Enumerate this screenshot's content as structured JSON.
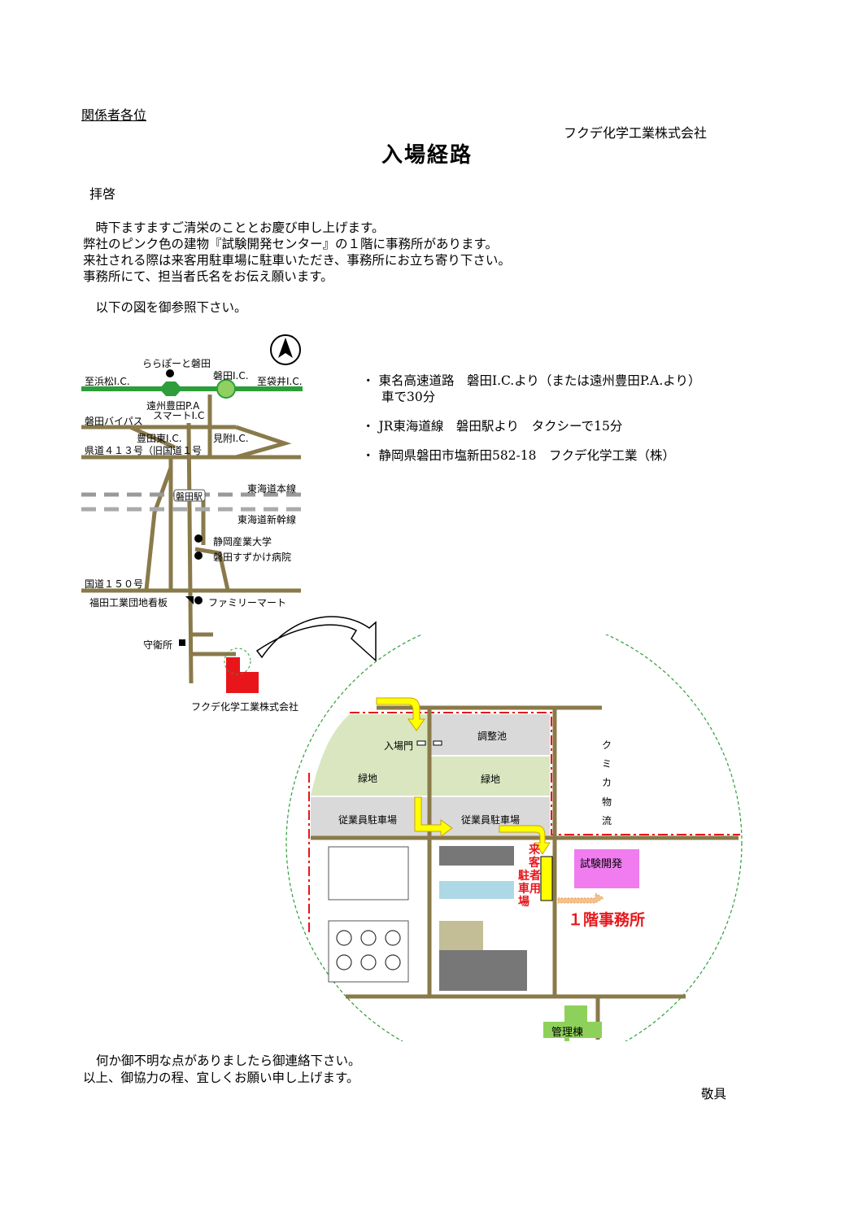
{
  "header": {
    "recipients": "関係者各位",
    "company": "フクデ化学工業株式会社",
    "title": "入場経路"
  },
  "letter": {
    "salutation": "拝啓",
    "body": [
      "　時下ますますご清栄のこととお慶び申し上げます。",
      "弊社のピンク色の建物『試験開発センター』の１階に事務所があります。",
      "来社される際は来客用駐車場に駐車いただき、事務所にお立ち寄り下さい。",
      "事務所にて、担当者氏名をお伝え願います。"
    ],
    "see_map": "　以下の図を御参照下さい。",
    "closing": [
      "何か御不明な点がありましたら御連絡下さい。",
      "以上、御協力の程、宜しくお願い申し上げます。"
    ],
    "keigu": "敬具"
  },
  "access": [
    {
      "bullet": "・",
      "line1": "東名高速道路　磐田I.C.より（または遠州豊田P.A.より）",
      "line2": "車で30分"
    },
    {
      "bullet": "・",
      "line1": "JR東海道線　磐田駅より　タクシーで15分"
    },
    {
      "bullet": "・",
      "line1": "静岡県磐田市塩新田582-18　フクデ化学工業（株）"
    }
  ],
  "area_map": {
    "lalaport": "ららぽーと磐田",
    "to_hamamatsu": "至浜松I.C.",
    "iwata_ic": "磐田I.C.",
    "to_fukuroi": "至袋井I.C.",
    "enshu_pa_1": "遠州豊田P.A",
    "enshu_pa_2": "スマートI.C",
    "bypass": "磐田バイパス",
    "toyoda_higashi": "豊田東I.C.",
    "mitsuke": "見附I.C.",
    "route413": "県道４１３号（旧国道１号",
    "tokaido_line": "東海道本線",
    "iwata_station": "磐田駅",
    "shinkansen": "東海道新幹線",
    "university": "静岡産業大学",
    "hospital": "磐田すずかけ病院",
    "route150": "国道１５０号",
    "fukuda_sign": "福田工業団地看板",
    "familymart": "ファミリーマート",
    "guard": "守衛所",
    "company_label": "フクデ化学工業株式会社"
  },
  "site_map": {
    "gate": "入場門",
    "pond": "調整池",
    "green1": "緑地",
    "green2": "緑地",
    "parking1": "従業員駐車場",
    "parking2": "従業員駐車場",
    "kumika": [
      "ク",
      "ミ",
      "カ",
      "物",
      "流"
    ],
    "visitor_parking": [
      "来",
      "客",
      "駐者",
      "車用",
      "場"
    ],
    "test_dev": "試験開発",
    "office": "１階事務所",
    "admin": "管理棟"
  },
  "colors": {
    "road": "#8a7a4a",
    "expressway": "#2d9e3a",
    "red": "#e8161b",
    "green_area": "#d9e6bf",
    "gray_area": "#d9d9d9",
    "pink_building": "#f07cf0",
    "yellow_arrow": "#ffff00",
    "admin_building": "#8ed15a"
  }
}
